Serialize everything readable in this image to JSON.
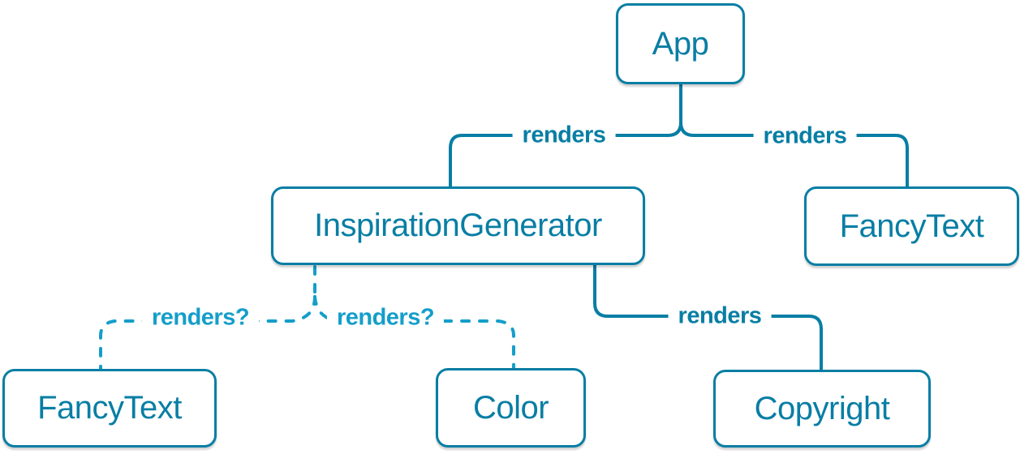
{
  "diagram": {
    "description": "React component render tree",
    "colors": {
      "solid_edge": "#087ea4",
      "dashed_edge": "#149eca",
      "node_border": "#087ea4",
      "node_text": "#087ea4",
      "node_background": "#ffffff",
      "page_background": "#ffffff"
    },
    "nodes": {
      "app": {
        "label": "App"
      },
      "inspiration": {
        "label": "InspirationGenerator"
      },
      "fancytext_top": {
        "label": "FancyText"
      },
      "fancytext_left": {
        "label": "FancyText"
      },
      "color": {
        "label": "Color"
      },
      "copyright": {
        "label": "Copyright"
      }
    },
    "edges": [
      {
        "from": "App",
        "to": "InspirationGenerator",
        "label": "renders",
        "style": "solid"
      },
      {
        "from": "App",
        "to": "FancyText",
        "label": "renders",
        "style": "solid"
      },
      {
        "from": "InspirationGenerator",
        "to": "FancyText",
        "label": "renders?",
        "style": "dashed"
      },
      {
        "from": "InspirationGenerator",
        "to": "Color",
        "label": "renders?",
        "style": "dashed"
      },
      {
        "from": "InspirationGenerator",
        "to": "Copyright",
        "label": "renders",
        "style": "solid"
      }
    ]
  }
}
